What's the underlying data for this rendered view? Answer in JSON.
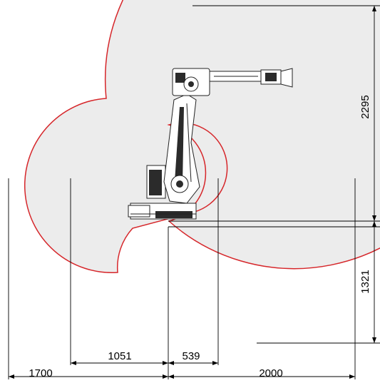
{
  "dimensions": {
    "reach_back": "1700",
    "min_back": "1051",
    "min_front": "539",
    "reach_front": "2000",
    "height_above_base": "2295",
    "depth_below_base": "1321"
  },
  "colors": {
    "envelope_fill": "#ececec",
    "envelope_stroke": "#d6262a",
    "dimension_lines": "#000000"
  }
}
